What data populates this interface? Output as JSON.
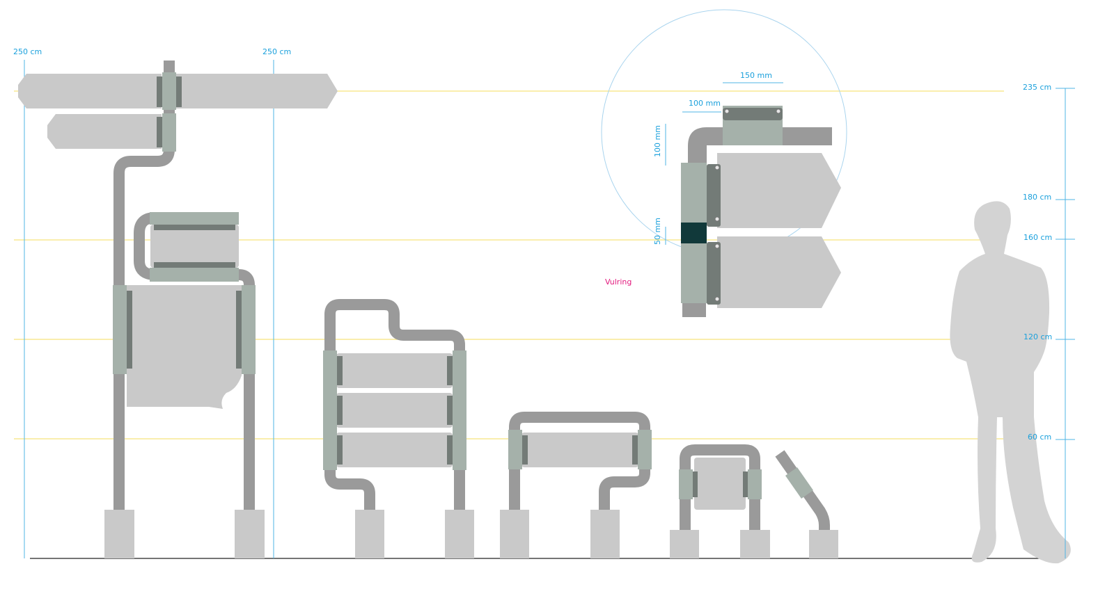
{
  "title": "Bewegwijzering — afmetingen en hoogtes",
  "dimensions": {
    "left_height": "250 cm",
    "right_height": "250 cm",
    "detail_width_top": "150 mm",
    "detail_width_pipe": "100 mm",
    "detail_height_bend": "100 mm",
    "detail_ring": "50 mm"
  },
  "annotation": "Vulring",
  "height_scale": [
    "235 cm",
    "180 cm",
    "160 cm",
    "120 cm",
    "60 cm"
  ],
  "colors": {
    "dimension": "#1aa0dc",
    "guide": "#f6e37c",
    "annotation": "#e2197d",
    "pipe": "#9a9a9a",
    "plate": "#c9c9c9",
    "clamp": "#a5b1aa",
    "ring": "#11393a"
  }
}
